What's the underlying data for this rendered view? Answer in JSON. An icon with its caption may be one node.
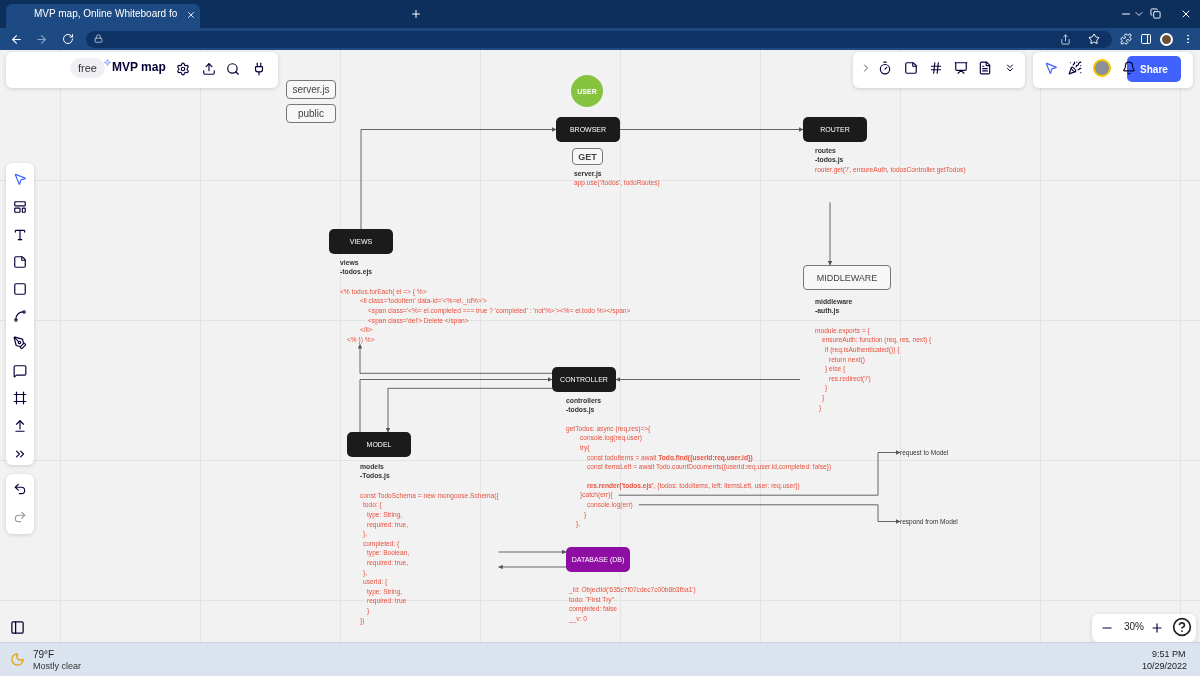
{
  "diagram": {
    "nodes": [
      {
        "text": [
          "server.js"
        ]
      },
      {
        "text": [
          "public"
        ]
      },
      {
        "text": [
          "USER"
        ]
      },
      {
        "text": [
          "BROWSER"
        ]
      },
      {
        "text": [
          "GET"
        ]
      },
      {
        "text": [
          "server.js",
          "app.use('/todos', todoRoutes)"
        ]
      },
      {
        "text": [
          "ROUTER"
        ]
      },
      {
        "text": [
          "routes",
          "-todos.js",
          "router.get('/', ensureAuth, todosController.getTodos)"
        ]
      },
      {
        "text": [
          "VIEWS"
        ]
      },
      {
        "text": [
          "views",
          "-todos.ejs",
          "<% todos.forEach( el => { %>",
          "<li class='todoItem' data-id='<%=el._id%>'>",
          "<span class='<%= el.completed === true ? 'completed' : 'not'%>'><%= el.todo %></span>",
          "<span class='del'> Delete </span>",
          "</li>",
          "<% }) %>"
        ]
      },
      {
        "text": [
          "MIDDLEWARE"
        ]
      },
      {
        "text": [
          "middleware",
          "-auth.js",
          "module.exports = {",
          "ensureAuth: function (req, res, next) {",
          "if (req.isAuthenticated()) {",
          "return next()",
          "} else {",
          "res.redirect('/')",
          "}",
          "}",
          "}"
        ]
      },
      {
        "text": [
          "CONTROLLER"
        ]
      },
      {
        "text": [
          "controllers",
          "-todos.js",
          "getTodos: async (req,res)=>{",
          "console.log(req.user)",
          "try{",
          "const todoItems = await **Todo.find({userId:req.user.id})**",
          "const itemsLeft = await Todo.countDocuments({userId:req.user.id,completed: false})",
          "**res.render('todos.ejs'**, {todos: todoItems, left: itemsLeft, user: req.user})",
          "}catch(err){",
          "console.log(err)",
          "}",
          "},"
        ]
      },
      {
        "text": [
          "request to Model"
        ]
      },
      {
        "text": [
          "respond from Model"
        ]
      },
      {
        "text": [
          "MODEL"
        ]
      },
      {
        "text": [
          "models",
          "-Todos.js",
          "const TodoSchema = new mongoose.Schema({",
          "todo: {",
          "type: String,",
          "required: true,",
          "},",
          "completed: {",
          "type: Boolean,",
          "required: true,",
          "},",
          "userId: {",
          "type: String,",
          "required: true",
          "}",
          "})"
        ]
      },
      {
        "text": [
          "DATABASE (DB)"
        ]
      },
      {
        "text": [
          "_id: ObjectId('635c7f07cdec7c00b8b3fba1')",
          "todo: \"First Try\"",
          "completed: false",
          "__v: 0"
        ]
      }
    ],
    "edges": [
      {
        "from": 8,
        "to": 3,
        "arrow": "to"
      },
      {
        "from": 3,
        "to": 6,
        "arrow": "to"
      },
      {
        "from": 7,
        "to": 10,
        "arrow": "to"
      },
      {
        "from": 11,
        "to": 12,
        "arrow": "to"
      },
      {
        "from": 12,
        "to": 9,
        "arrow": "to"
      },
      {
        "from": 16,
        "to": 12,
        "arrow": "to"
      },
      {
        "from": 12,
        "to": 16,
        "arrow": "to"
      },
      {
        "from": 13,
        "to": 14,
        "arrow": "to"
      },
      {
        "from": 13,
        "to": 15,
        "arrow": "to"
      },
      {
        "from": 17,
        "to": 18,
        "arrow": "to"
      },
      {
        "from": 18,
        "to": 17,
        "arrow": "to"
      }
    ],
    "labels": [
      "MVP map, Online Whiteboard fo",
      "free",
      "MVP map",
      "Share",
      "30%",
      "79°F",
      "Mostly clear",
      "9:51 PM",
      "10/29/2022"
    ]
  }
}
